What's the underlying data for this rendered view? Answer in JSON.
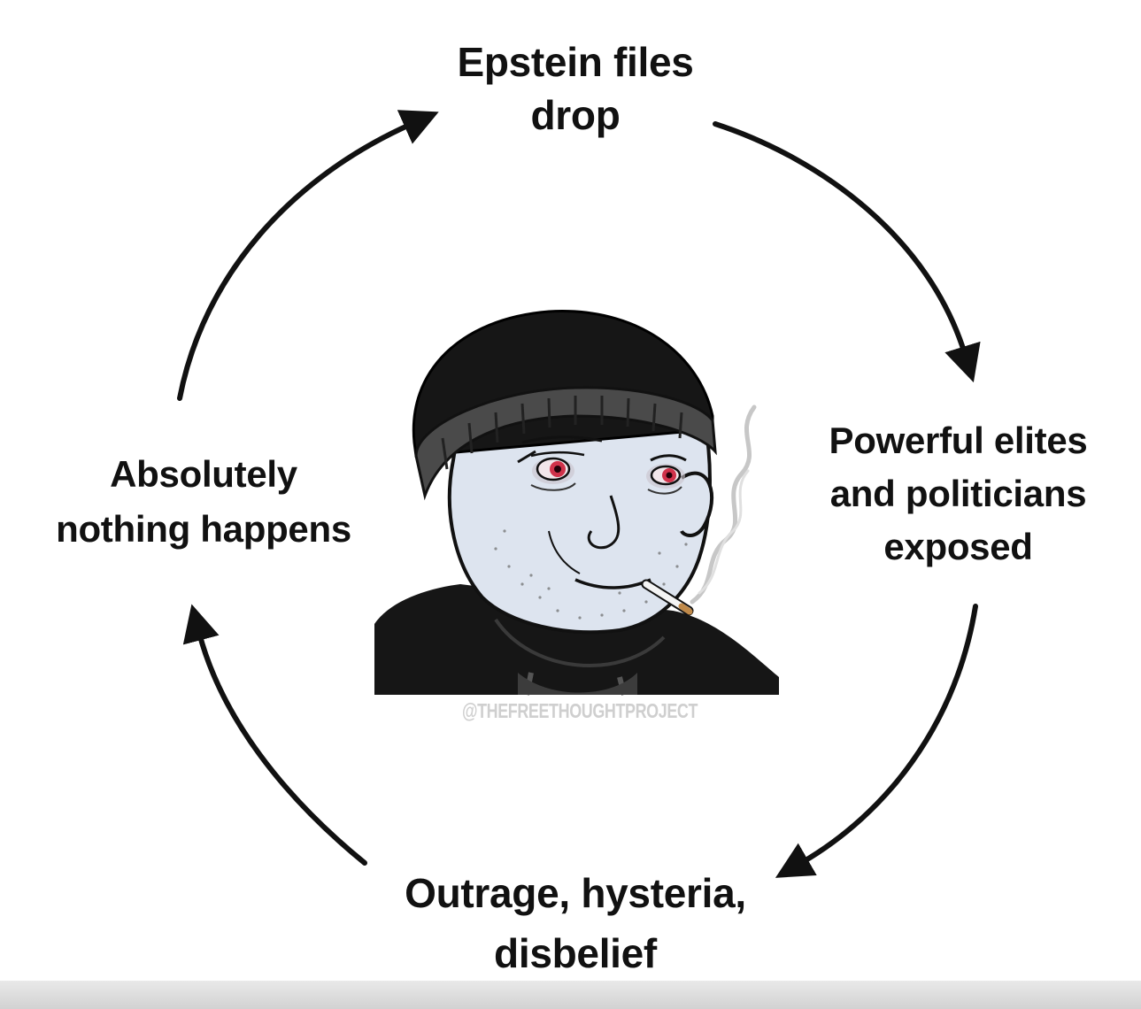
{
  "diagram": {
    "steps": [
      {
        "lines": [
          "Epstein files",
          "drop"
        ]
      },
      {
        "lines": [
          "Powerful elites",
          "and politicians",
          "exposed"
        ]
      },
      {
        "lines": [
          "Outrage, hysteria,",
          "disbelief"
        ]
      },
      {
        "lines": [
          "Absolutely",
          "nothing happens"
        ]
      }
    ],
    "watermark": "@THEFREETHOUGHTPROJECT"
  },
  "image": {
    "character": "doomer-wojak",
    "accessories": [
      "beanie",
      "hoodie",
      "cigarette"
    ]
  },
  "colors": {
    "arrow": "#111111",
    "text": "#111111",
    "skin": "#dde4ef",
    "beanie": "#161616",
    "beanie_band": "#4a4a4a",
    "eye_red": "#d0324a",
    "watermark": "#cfcfcf"
  }
}
